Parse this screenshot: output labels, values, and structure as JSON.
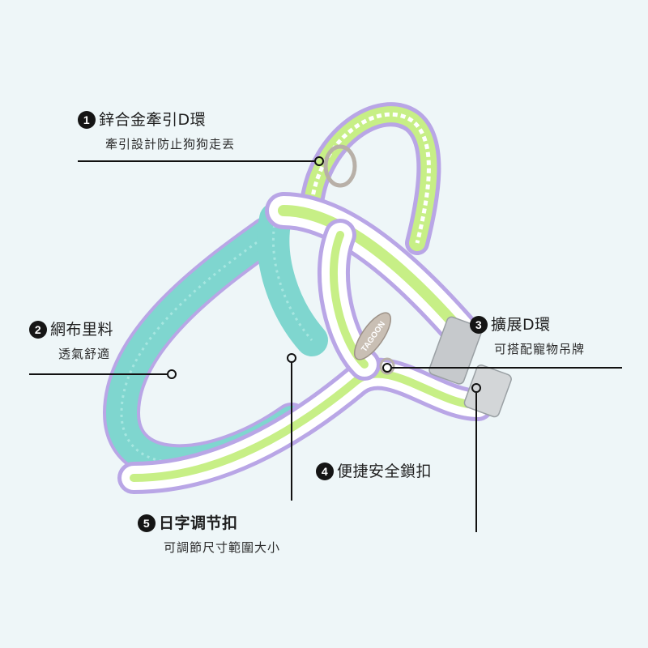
{
  "callouts": [
    {
      "number": "1",
      "title": "鋅合金牽引D環",
      "subtitle": "牽引設計防止狗狗走丟"
    },
    {
      "number": "2",
      "title": "網布里料",
      "subtitle": "透氣舒適"
    },
    {
      "number": "3",
      "title": "擴展D環",
      "subtitle": "可搭配寵物吊牌"
    },
    {
      "number": "4",
      "title": "便捷安全鎖扣",
      "subtitle": ""
    },
    {
      "number": "5",
      "title": "日字调节扣",
      "subtitle": "可調節尺寸範圍大小"
    }
  ],
  "product": {
    "brand_tag": "TAGOON"
  },
  "colors": {
    "background": "#eef6f8",
    "mesh": "#7fd6cf",
    "lavender": "#b9a6e6",
    "lime": "#c7ef86",
    "white": "#ffffff",
    "buckle": "#bfc3c6",
    "ring": "#b8b0a8",
    "line": "#111111"
  }
}
